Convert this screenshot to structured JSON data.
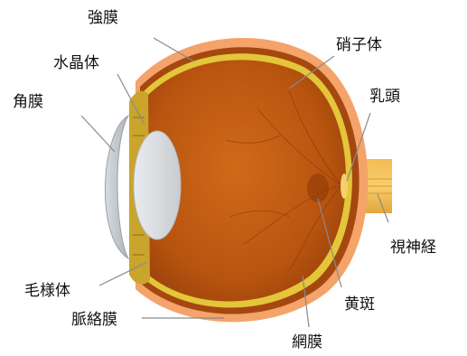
{
  "diagram": {
    "labels": {
      "sclera": "強膜",
      "lens": "水晶体",
      "cornea": "角膜",
      "ciliary_body": "毛様体",
      "choroid": "脈絡膜",
      "retina": "網膜",
      "macula": "黄斑",
      "vitreous": "硝子体",
      "optic_disc": "乳頭",
      "optic_nerve": "視神経"
    }
  }
}
